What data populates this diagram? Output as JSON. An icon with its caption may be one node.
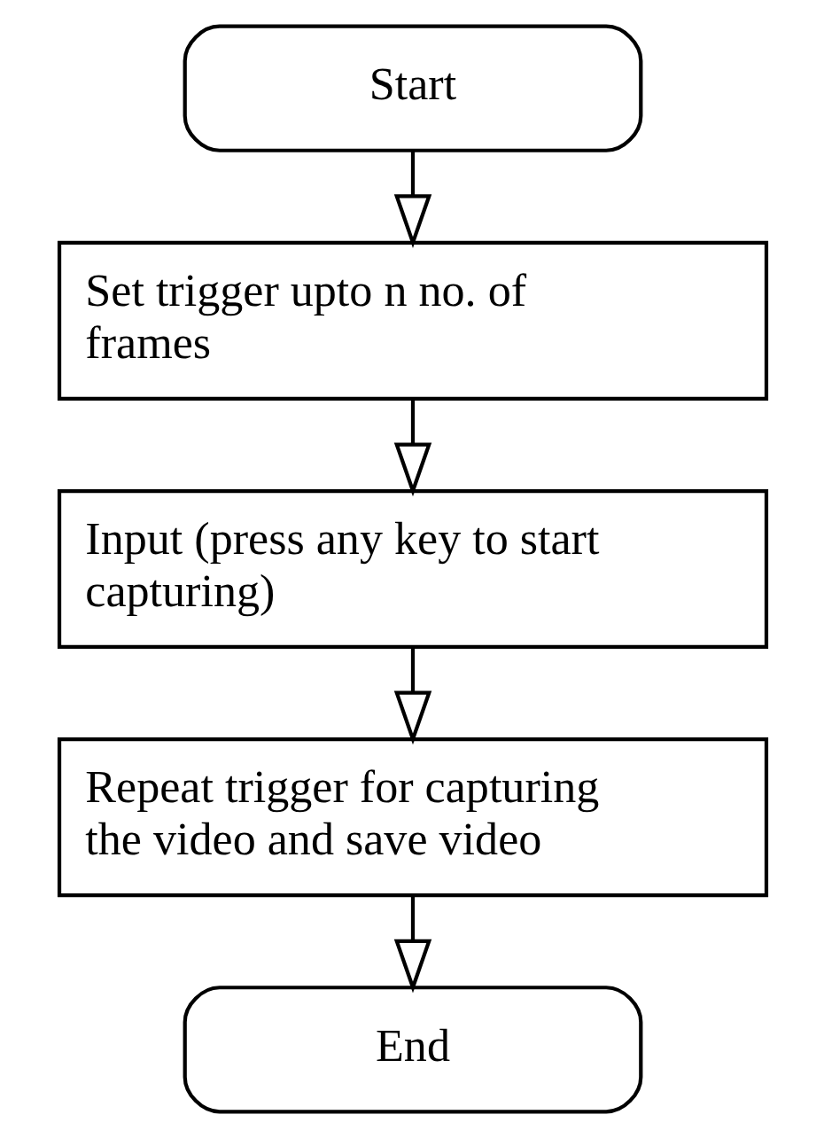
{
  "diagram": {
    "nodes": [
      {
        "text": [
          "Start"
        ]
      },
      {
        "text": [
          "Set trigger upto n no. of frames"
        ]
      },
      {
        "text": [
          "Input (press any key to start capturing)"
        ]
      },
      {
        "text": [
          "Repeat trigger for capturing the video and save video"
        ]
      },
      {
        "text": [
          "End"
        ]
      }
    ],
    "edges": [
      {
        "from": 0,
        "to": 1,
        "arrow": "to"
      },
      {
        "from": 1,
        "to": 2,
        "arrow": "to"
      },
      {
        "from": 2,
        "to": 3,
        "arrow": "to"
      },
      {
        "from": 3,
        "to": 4,
        "arrow": "to"
      }
    ]
  }
}
